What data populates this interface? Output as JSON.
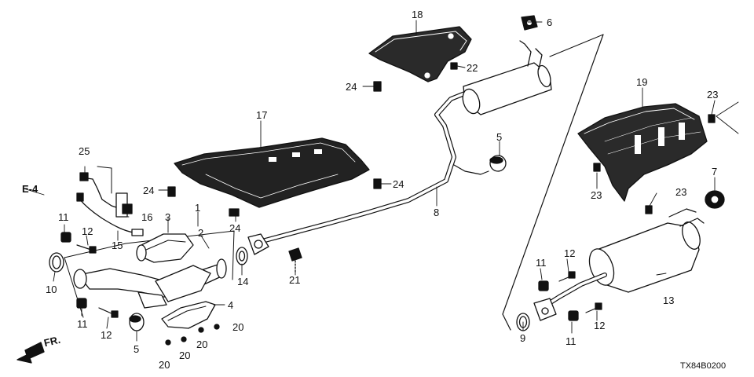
{
  "diagram": {
    "section_ref": "E-4",
    "front_arrow": "FR.",
    "diagram_code": "TX84B0200",
    "callouts": {
      "c1": "1",
      "c2": "2",
      "c3": "3",
      "c4": "4",
      "c5a": "5",
      "c5b": "5",
      "c6": "6",
      "c7": "7",
      "c8": "8",
      "c9": "9",
      "c10": "10",
      "c11a": "11",
      "c11b": "11",
      "c11c": "11",
      "c11d": "11",
      "c12a": "12",
      "c12b": "12",
      "c12c": "12",
      "c12d": "12",
      "c13": "13",
      "c14": "14",
      "c15": "15",
      "c16": "16",
      "c17": "17",
      "c18": "18",
      "c19": "19",
      "c20a": "20",
      "c20b": "20",
      "c20c": "20",
      "c20d": "20",
      "c21": "21",
      "c22": "22",
      "c23a": "23",
      "c23b": "23",
      "c23c": "23",
      "c24a": "24",
      "c24b": "24",
      "c24c": "24",
      "c24d": "24",
      "c25": "25"
    }
  }
}
